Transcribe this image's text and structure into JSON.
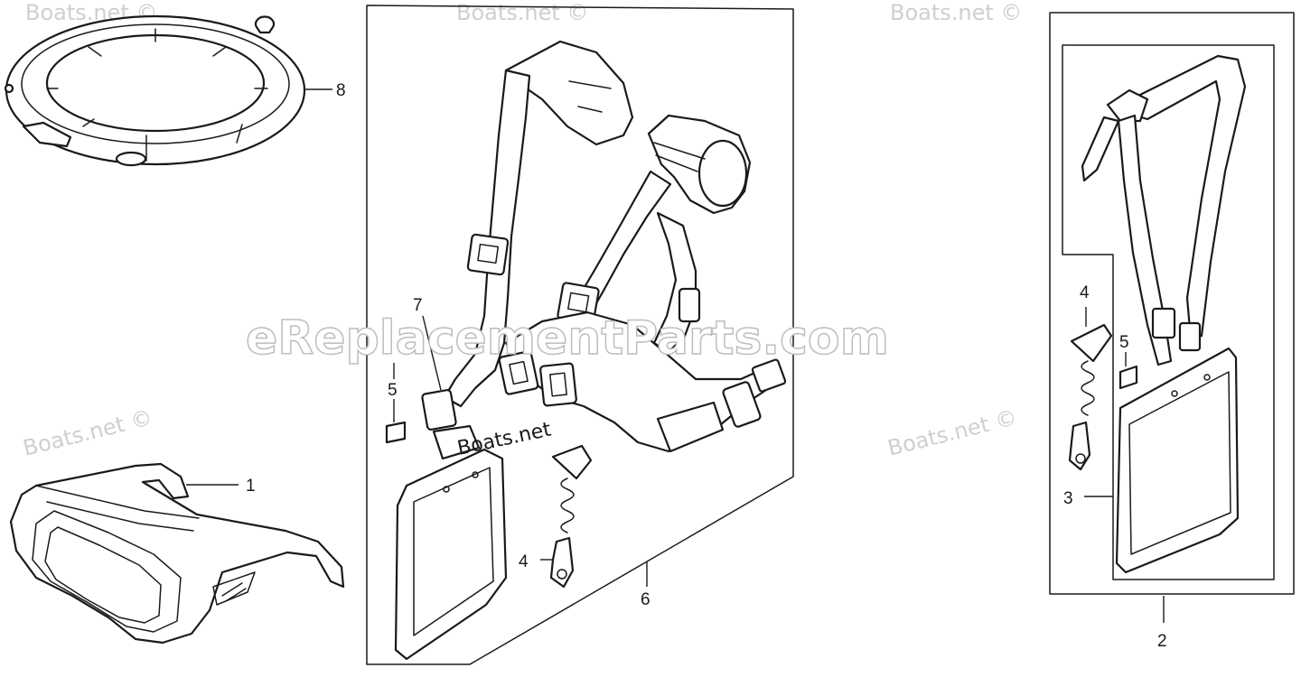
{
  "callouts": {
    "c1": "1",
    "c2": "2",
    "c3": "3",
    "c4_left": "4",
    "c4_right": "4",
    "c5_left": "5",
    "c5_right": "5",
    "c6": "6",
    "c7": "7",
    "c8": "8"
  },
  "watermarks": {
    "boats_top_left": "Boats.net ©",
    "boats_top_mid": "Boats.net ©",
    "boats_top_right": "Boats.net ©",
    "boats_left": "Boats.net ©",
    "boats_right": "Boats.net ©",
    "boats_center": "Boats.net",
    "ereplacement": "eReplacementParts.com"
  },
  "colors": {
    "line": "#1a1a1a",
    "watermark": "#cfcfcf",
    "background": "#ffffff"
  }
}
